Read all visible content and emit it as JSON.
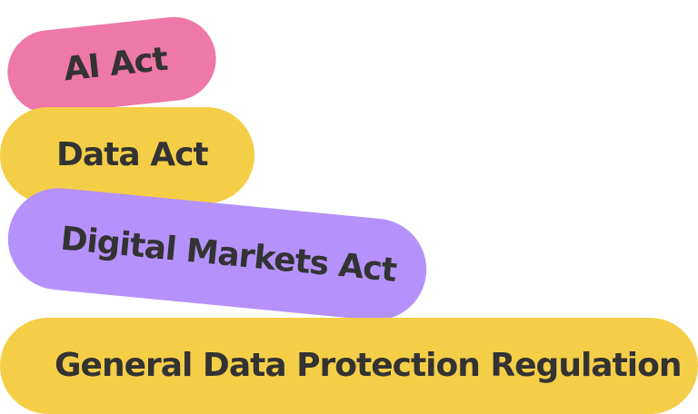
{
  "layers": [
    {
      "id": "ai",
      "label": "AI Act",
      "color": "#EE78A8"
    },
    {
      "id": "data",
      "label": "Data Act",
      "color": "#F5CE47"
    },
    {
      "id": "dma",
      "label": "Digital Markets Act",
      "color": "#B592FB"
    },
    {
      "id": "gdpr",
      "label": "General Data Protection Regulation",
      "color": "#F5CE47"
    }
  ],
  "text_color": "#333333"
}
